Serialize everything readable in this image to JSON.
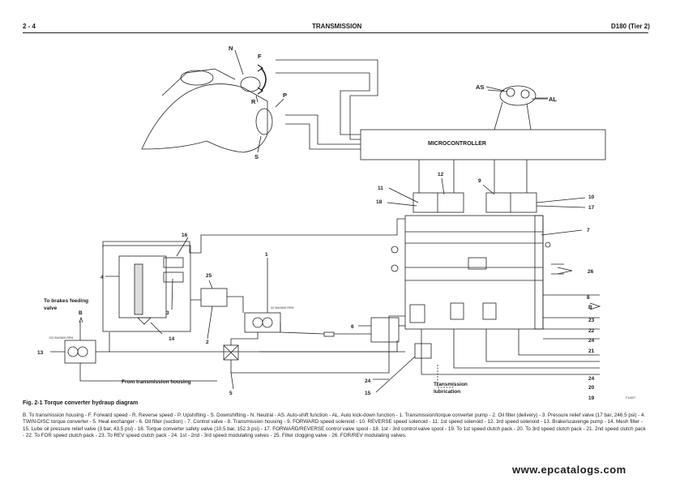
{
  "header": {
    "page_number": "2 - 4",
    "section_title": "TRANSMISSION",
    "model": "D180 (Tier 2)"
  },
  "diagram": {
    "microcontroller": "MICROCONTROLLER",
    "lever_labels": {
      "n": "N",
      "f": "F",
      "r": "R",
      "p": "P",
      "s": "S"
    },
    "joystick_labels": {
      "as": "AS",
      "al": "AL"
    },
    "callouts": {
      "c1": "1",
      "c2": "2",
      "c3": "3",
      "c4": "4",
      "c5": "5",
      "c6": "6",
      "c7": "7",
      "c8": "8",
      "c9": "9",
      "c10": "10",
      "c11": "11",
      "c12": "12",
      "c13": "13",
      "c14": "14",
      "c15": "15",
      "c16": "16",
      "c17": "17",
      "c18": "18",
      "c19": "19",
      "c20": "20",
      "c21": "21",
      "c22": "22",
      "c23": "23",
      "c24a": "24",
      "c24b": "24",
      "c24c": "24",
      "c25": "25",
      "c26": "26",
      "cb": "B"
    },
    "brakes_label_line1": "To brakes feeding",
    "brakes_label_line2": "valve",
    "b_arrow_label": "B",
    "from_housing": "From transmission housing",
    "lubrication_line1": "Transmission",
    "lubrication_line2": "lubrication",
    "pump_speed_13": "133 SM/2600 RPM",
    "pump_speed_1": "33 SM/2600 RPM",
    "reference_code": "F14327"
  },
  "figure": {
    "title": "Fig. 2-1   Torque converter hydraup diagram"
  },
  "legend_text": "B. To transmission housing - F. Forward speed - R. Reverse speed - P. Upshifting - S. Downshifting - N. Neutral - AS. Auto-shift function - AL. Auto kick-down function - 1. Transmission/torque converter pump - 2. Oil filter (delivery) - 3. Pressure relief valve (17 bar, 246.5 psi) - 4. TWIN-DISC torque converter - 5. Heat exchanger - 6. Oil filter (suction) - 7. Control valve - 8. Transmission housing - 9. FORWARD speed solenoid - 10. REVERSE speed solenoid - 11. 1st speed solenoid - 12. 3rd speed solenoid - 13. Brake/scavenge pump - 14. Mesh filter - 15. Lube oil pressure relief valve (3 bar, 43.5 psi) - 16. Torque converter safety valve (10.5 bar, 152.3 psi) - 17. FORWARD/REVERSE control valve spool - 18. 1st - 3rd control valve spool - 19. To 1st speed clutch pack - 20. To 3rd speed clutch pack - 21. 2nd speed clutch pack - 22. To FOR speed clutch pack - 23. To REV speed clutch pack - 24. 1st - 2nd - 3rd speed modulating valves - 25. Filter clogging valve - 26. FOR/REV modulating valves.",
  "watermark": "www.epcatalogs.com"
}
